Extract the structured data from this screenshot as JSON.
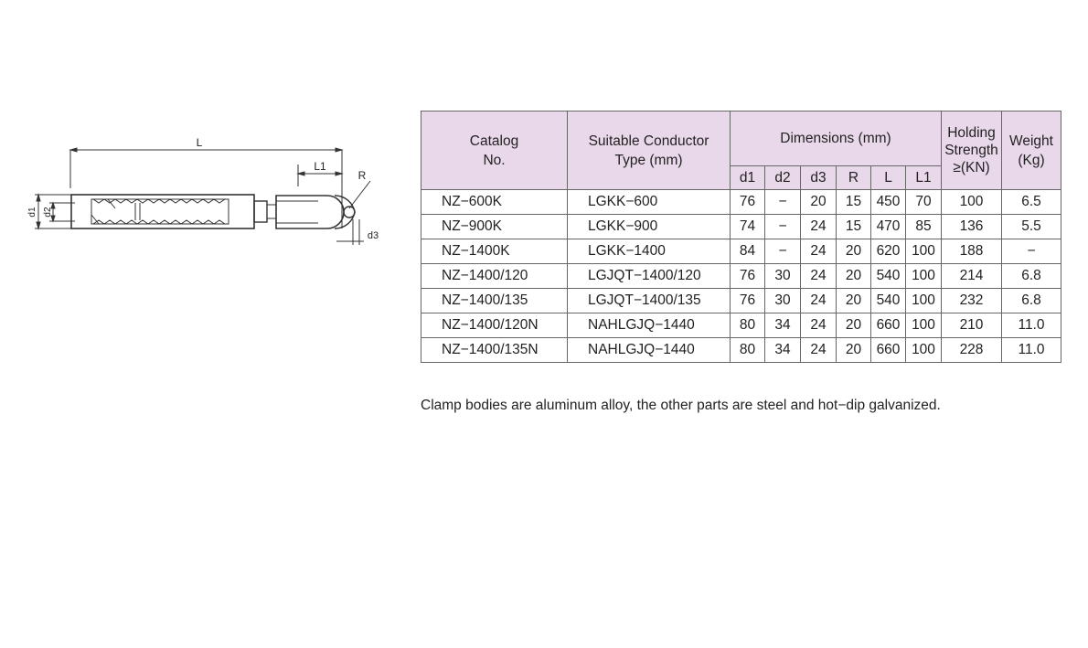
{
  "drawing": {
    "labels": {
      "overall_length": "L",
      "eye_length": "L1",
      "radius": "R",
      "d1": "d1",
      "d2": "d2",
      "d3": "d3"
    }
  },
  "table": {
    "headers": {
      "catalog_line1": "Catalog",
      "catalog_line2": "No.",
      "conductor_line1": "Suitable Conductor",
      "conductor_line2": "Type (mm)",
      "dimensions": "Dimensions (mm)",
      "holding_line1": "Holding",
      "holding_line2": "Strength",
      "holding_line3": "≥(KN)",
      "weight_line1": "Weight",
      "weight_line2": "(Kg)",
      "dim_cols": [
        "d1",
        "d2",
        "d3",
        "R",
        "L",
        "L1"
      ]
    },
    "rows": [
      [
        "NZ−600K",
        "LGKK−600",
        "76",
        "−",
        "20",
        "15",
        "450",
        "70",
        "100",
        "6.5"
      ],
      [
        "NZ−900K",
        "LGKK−900",
        "74",
        "−",
        "24",
        "15",
        "470",
        "85",
        "136",
        "5.5"
      ],
      [
        "NZ−1400K",
        "LGKK−1400",
        "84",
        "−",
        "24",
        "20",
        "620",
        "100",
        "188",
        "−"
      ],
      [
        "NZ−1400/120",
        "LGJQT−1400/120",
        "76",
        "30",
        "24",
        "20",
        "540",
        "100",
        "214",
        "6.8"
      ],
      [
        "NZ−1400/135",
        "LGJQT−1400/135",
        "76",
        "30",
        "24",
        "20",
        "540",
        "100",
        "232",
        "6.8"
      ],
      [
        "NZ−1400/120N",
        "NAHLGJQ−1440",
        "80",
        "34",
        "24",
        "20",
        "660",
        "100",
        "210",
        "11.0"
      ],
      [
        "NZ−1400/135N",
        "NAHLGJQ−1440",
        "80",
        "34",
        "24",
        "20",
        "660",
        "100",
        "228",
        "11.0"
      ]
    ]
  },
  "note": "Clamp bodies are aluminum alloy, the other parts are steel and hot−dip galvanized."
}
